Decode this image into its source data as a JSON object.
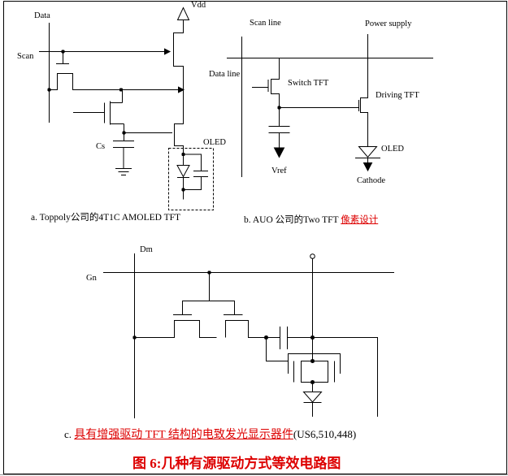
{
  "figure": {
    "colors": {
      "line": "#000000",
      "red": "#dd0000"
    },
    "circuit_a": {
      "labels": {
        "data": "Data",
        "scan": "Scan",
        "vdd": "Vdd",
        "cs": "Cs",
        "oled": "OLED"
      },
      "caption": "a. Toppoly公司的4T1C AMOLED TFT"
    },
    "circuit_b": {
      "labels": {
        "scan_line": "Scan line",
        "power_supply": "Power supply",
        "data_line": "Data line",
        "switch_tft": "Switch TFT",
        "driving_tft": "Driving TFT",
        "oled": "OLED",
        "vref": "Vref",
        "cathode": "Cathode"
      },
      "caption_black": "b. AUO 公司的Two TFT ",
      "caption_red": "像素设计"
    },
    "circuit_c": {
      "labels": {
        "dm": "Dm",
        "gn": "Gn"
      },
      "caption_prefix": "c. ",
      "caption_red": "具有增强驱动 TFT 结构的电致发光显示器件",
      "caption_suffix": "(US6,510,448)"
    },
    "main_caption": "图 6:几种有源驱动方式等效电路图"
  }
}
